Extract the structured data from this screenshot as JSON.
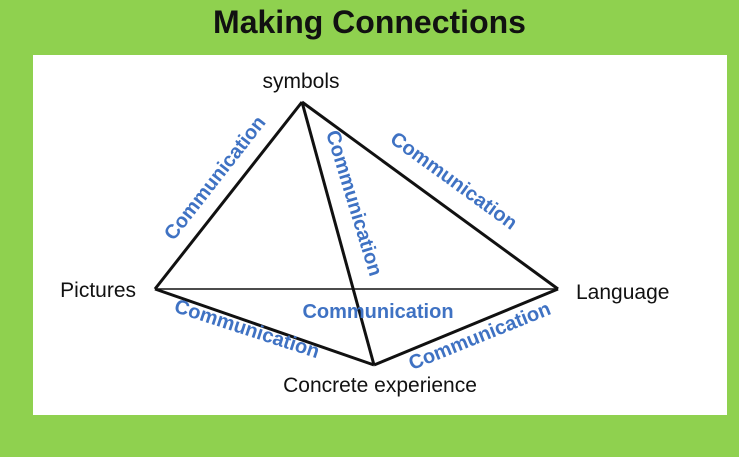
{
  "title": "Making Connections",
  "colors": {
    "background": "#8fd14f",
    "panel": "#ffffff",
    "edge_label": "#3f72c3",
    "line": "#111111"
  },
  "nodes": {
    "symbols": "symbols",
    "pictures": "Pictures",
    "language": "Language",
    "concrete": "Concrete experience"
  },
  "edges": {
    "symbols_pictures": "Communication",
    "symbols_concrete": "Communication",
    "symbols_language": "Communication",
    "pictures_language": "Communication",
    "pictures_concrete": "Communication",
    "concrete_language": "Communication"
  }
}
